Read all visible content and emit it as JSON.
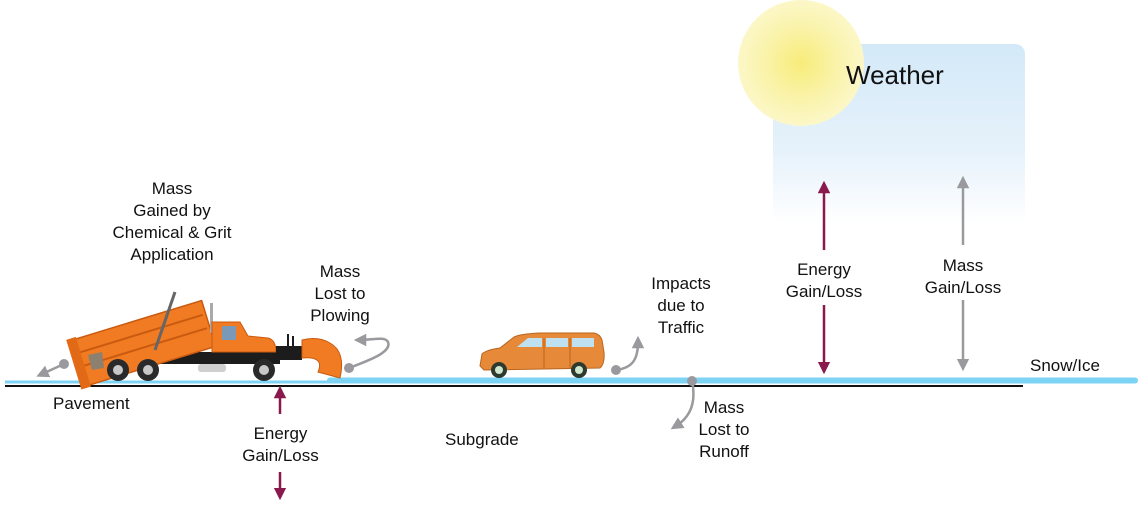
{
  "title": "Snow/Ice mass and energy balance on pavement",
  "colors": {
    "snow_ice": "#7dd3f3",
    "energy_arrow": "#8a1a4e",
    "mass_arrow": "#9a9a9e",
    "ground_line": "#111111",
    "truck": "#f07b22",
    "car": "#e68a3a",
    "sun": "#f8ee8a",
    "weather_box": "#d6ebf8"
  },
  "weather": {
    "title": "Weather",
    "energy_label": "Energy\nGain/Loss",
    "mass_label": "Mass\nGain/Loss"
  },
  "layers": {
    "snow_ice": "Snow/Ice",
    "pavement": "Pavement",
    "subgrade": "Subgrade"
  },
  "processes": {
    "chemical_application": "Mass\nGained by\nChemical & Grit\nApplication",
    "plowing": "Mass\nLost to\nPlowing",
    "traffic": "Impacts\ndue to\nTraffic",
    "runoff": "Mass\nLost to\nRunoff",
    "ground_energy": "Energy\nGain/Loss"
  },
  "icons": {
    "truck": "dump-truck-with-plow",
    "car": "station-wagon",
    "sun": "sun"
  }
}
